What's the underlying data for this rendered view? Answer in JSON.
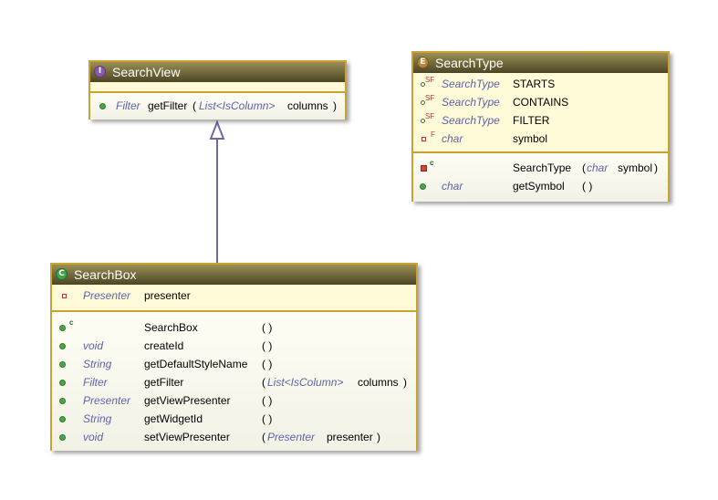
{
  "search_view": {
    "stereotype": "I",
    "name": "SearchView",
    "methods": [
      {
        "return_type": "Filter",
        "name": "getFilter",
        "open": "(",
        "param_type": "List<IsColumn>",
        "param_name": "columns",
        "close": ")"
      }
    ]
  },
  "search_type": {
    "stereotype": "E",
    "name": "SearchType",
    "fields": [
      {
        "modifier": "SF",
        "type": "SearchType",
        "name": "STARTS"
      },
      {
        "modifier": "SF",
        "type": "SearchType",
        "name": "CONTAINS"
      },
      {
        "modifier": "SF",
        "type": "SearchType",
        "name": "FILTER"
      },
      {
        "modifier": "F",
        "type": "char",
        "name": "symbol"
      }
    ],
    "constructor": {
      "modifier": "c",
      "name": "SearchType",
      "open": "(",
      "param_type": "char",
      "param_name": "symbol",
      "close": ")"
    },
    "methods": [
      {
        "return_type": "char",
        "name": "getSymbol",
        "params": "( )"
      }
    ]
  },
  "search_box": {
    "stereotype": "C",
    "name": "SearchBox",
    "fields": [
      {
        "type": "Presenter",
        "name": "presenter"
      }
    ],
    "constructor": {
      "modifier": "c",
      "name": "SearchBox",
      "params": "( )"
    },
    "methods": [
      {
        "return_type": "void",
        "name": "createId",
        "params": "( )"
      },
      {
        "return_type": "String",
        "name": "getDefaultStyleName",
        "params": "( )"
      },
      {
        "return_type": "Filter",
        "name": "getFilter",
        "open": "(",
        "param_type": "List<IsColumn>",
        "param_name": "columns",
        "close": ")"
      },
      {
        "return_type": "Presenter",
        "name": "getViewPresenter",
        "params": "( )"
      },
      {
        "return_type": "String",
        "name": "getWidgetId",
        "params": "( )"
      },
      {
        "return_type": "void",
        "name": "setViewPresenter",
        "open": "(",
        "param_type": "Presenter",
        "param_name": "presenter",
        "close": ")"
      }
    ]
  },
  "colors": {
    "border": "#c9a232",
    "body": "#fffbd8",
    "header_top": "#9a8f56",
    "header_bottom": "#4b4524",
    "type_text": "#5f63a6",
    "connector": "#6a6aa8"
  }
}
